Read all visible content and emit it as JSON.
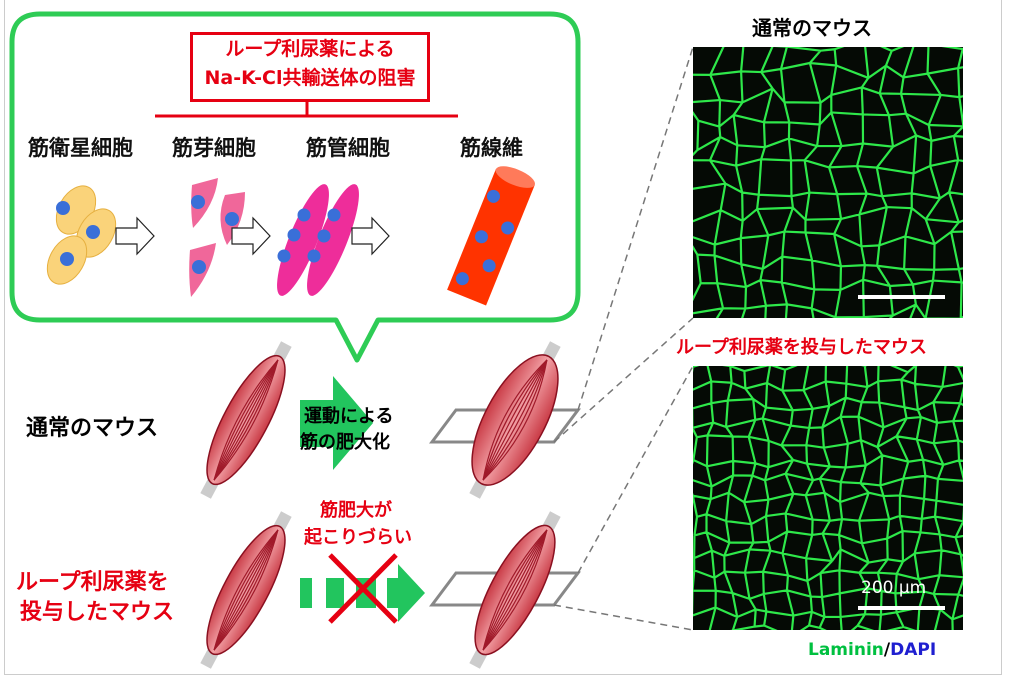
{
  "inhibition_box": {
    "line1": "ループ利尿薬による",
    "line2": "Na-K-Cl共輸送体の阻害"
  },
  "stages": [
    "筋衛星細胞",
    "筋芽細胞",
    "筋管細胞",
    "筋線維"
  ],
  "rows": {
    "normal_label": "通常のマウス",
    "treated_label_line1": "ループ利尿薬を",
    "treated_label_line2": "投与したマウス",
    "exercise_label_line1": "運動による",
    "exercise_label_line2": "筋の肥大化",
    "blocked_label_line1": "筋肥大が",
    "blocked_label_line2": "起こりづらい"
  },
  "micrographs": {
    "normal_title": "通常のマウス",
    "treated_title": "ループ利尿薬を投与したマウス",
    "scale_bar": "200 µm",
    "stain_laminin": "Laminin",
    "stain_sep": "/",
    "stain_dapi": "DAPI"
  },
  "colors": {
    "green": "#22c55e",
    "red": "#e60012",
    "laminin": "#00c040",
    "dapi": "#1f1fd0"
  }
}
